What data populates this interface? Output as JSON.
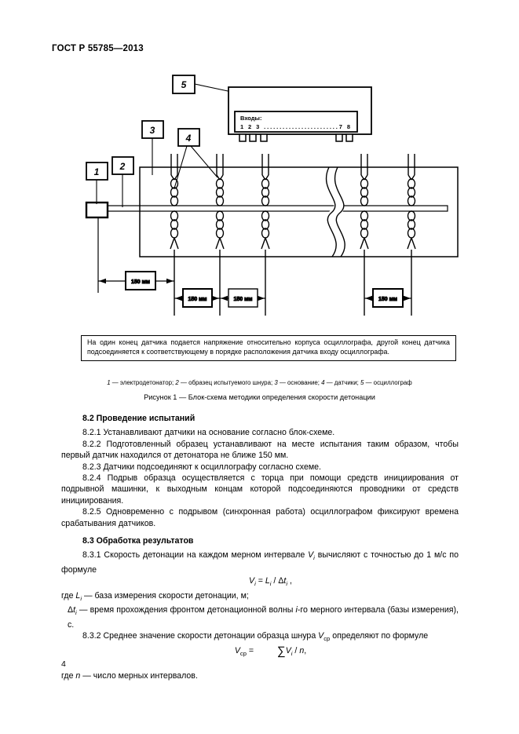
{
  "page": {
    "header": "ГОСТ Р 55785—2013",
    "page_number": "4"
  },
  "diagram": {
    "callouts": {
      "c1": "1",
      "c2": "2",
      "c3": "3",
      "c4": "4",
      "c5": "5"
    },
    "oscilloscope": {
      "panel_label": "Входы:",
      "inputs_row": "1 2 3 ........................7 8"
    },
    "dim_label": "150 мм",
    "note": "На один конец датчика подается напряжение относительно корпуса осциллографа, другой конец датчика подсоединяется к соответствующему в порядке расположения датчика входу осциллографа.",
    "legend": {
      "n1": "1",
      "t1": " — электродетонатор; ",
      "n2": "2",
      "t2": " — образец испытуемого шнура; ",
      "n3": "3",
      "t3": " — основание; ",
      "n4": "4",
      "t4": " — датчики; ",
      "n5": "5",
      "t5": " — осциллограф"
    },
    "caption": "Рисунок 1 — Блок-схема методики определения скорости детонации"
  },
  "sections": {
    "s82": {
      "title": "8.2 Проведение испытаний",
      "p1": "8.2.1 Устанавливают датчики на основание согласно блок-схеме.",
      "p2": "8.2.2 Подготовленный образец устанавливают на месте испытания таким образом, чтобы первый датчик находился от детонатора не ближе 150 мм.",
      "p3": "8.2.3 Датчики подсоединяют к осциллографу согласно схеме.",
      "p4": "8.2.4 Подрыв образца осуществляется с торца при помощи средств инициирования от подрывной машинки, к выходным концам которой подсоединяются проводники от средств инициирования.",
      "p5": "8.2.5 Одновременно с подрывом (синхронная работа) осциллографом фиксируют времена срабатывания датчиков."
    },
    "s83": {
      "title": "8.3 Обработка результатов",
      "p831": {
        "t1": "8.3.1 Скорость детонации на каждом мерном интервале ",
        "v": "V",
        "sub": "i",
        "t2": " вычисляют с точностью до 1 м/с по формуле"
      },
      "f1": {
        "v": "V",
        "vsub": "i",
        "eq": " = ",
        "l": "L",
        "lsub": "i",
        "sl": " / ",
        "delta": "Δ",
        "t": "t",
        "tsub": "i",
        "comma": " ,"
      },
      "whereL": {
        "t1": "где ",
        "v": "L",
        "sub": "i",
        "t2": " — база измерения скорости детонации, м;"
      },
      "whereDt": {
        "delta": "Δ",
        "t": "t",
        "sub": "i",
        "t1": " — время прохождения фронтом детонационной волны ",
        "i": "i",
        "t2": "-го мерного интервала (базы измерения), с."
      },
      "p832": {
        "t1": "8.3.2 Среднее значение скорости детонации образца шнура ",
        "v": "V",
        "sub": "ср",
        "t2": " определяют по формуле"
      },
      "f2": {
        "v": "V",
        "vsub": "ср",
        "eq": " = ",
        "sigma": "∑",
        "vi": "V",
        "visub": "i",
        "sl": " / ",
        "n": "n",
        "comma": ","
      },
      "whereN": {
        "t1": "где ",
        "n": "n",
        "t2": " — число мерных интервалов."
      }
    }
  }
}
